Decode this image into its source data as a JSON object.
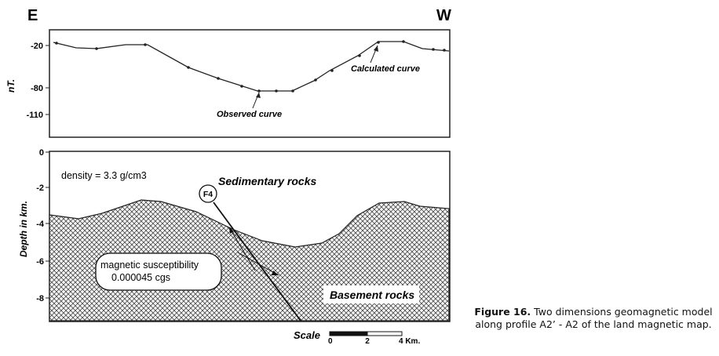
{
  "header": {
    "left_dir": "E",
    "right_dir": "W"
  },
  "top_panel": {
    "ylabel": "nT.",
    "ticks": [
      "-20",
      "-80",
      "-110"
    ],
    "observed_label": "Observed curve",
    "calculated_label": "Calculated curve"
  },
  "bottom_panel": {
    "ylabel": "Depth in km.",
    "ticks": [
      "0",
      "-2",
      "-4",
      "-6",
      "-8"
    ],
    "density_label": "density = 3.3  g/cm3",
    "sedimentary_label": "Sedimentary rocks",
    "basement_label": "Basement rocks",
    "fault_label": "F4",
    "susceptibility_title": "magnetic susceptibility",
    "susceptibility_value": "0.000045 cgs"
  },
  "scale": {
    "label": "Scale",
    "ticks": [
      "0",
      "2",
      "4 Km."
    ]
  },
  "caption": {
    "bold": "Figure 16.",
    "text": " Two dimensions geomagnetic model along profile A2’ - A2 of the land magnetic map."
  },
  "colors": {
    "line": "#222222",
    "hatch": "#333333",
    "frame": "#222222"
  }
}
